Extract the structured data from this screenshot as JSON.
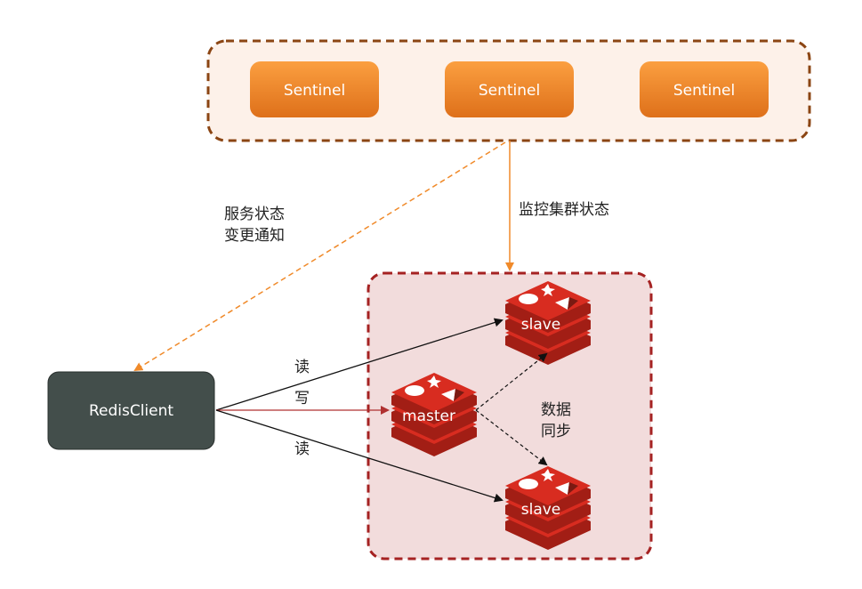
{
  "sentinels": [
    {
      "label": "Sentinel"
    },
    {
      "label": "Sentinel"
    },
    {
      "label": "Sentinel"
    }
  ],
  "client": {
    "label": "RedisClient"
  },
  "master": {
    "label": "master"
  },
  "slaves": [
    {
      "label": "slave"
    },
    {
      "label": "slave"
    }
  ],
  "edges": {
    "monitor_label": "监控集群状态",
    "notify_label_line1": "服务状态",
    "notify_label_line2": "变更通知",
    "read_label_top": "读",
    "write_label": "写",
    "read_label_bottom": "读",
    "sync_label_line1": "数据",
    "sync_label_line2": "同步"
  },
  "colors": {
    "sentinel_fill_top": "#fa9a3a",
    "sentinel_fill_bottom": "#e0731c",
    "sentinel_group_fill": "#fdf1e9",
    "sentinel_group_border": "#8b4513",
    "cluster_fill": "#f2dcdc",
    "cluster_border": "#a52222",
    "client_fill": "#434e4b",
    "redis_red": "#d82c20",
    "monitor_arrow": "#f08a2a",
    "write_arrow": "#b03030",
    "read_arrow": "#111111"
  }
}
